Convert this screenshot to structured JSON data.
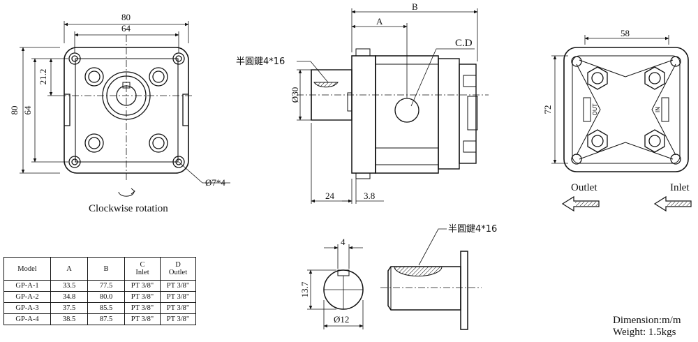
{
  "front": {
    "dim_width": "80",
    "dim_bolt_span": "64",
    "dim_height": "80",
    "dim_bolt_span_v": "64",
    "dim_offset": "21.2",
    "hole_note": "Ø7*4",
    "rotation_label": "Clockwise rotation"
  },
  "side": {
    "dim_total": "B",
    "dim_port": "A",
    "port_label": "C.D",
    "key_note": "半圓鍵4*16",
    "shaft_dia": "Ø30",
    "dim_shaft_len": "24",
    "dim_flange": "3.8"
  },
  "rear": {
    "dim_width": "58",
    "dim_height": "72",
    "outlet_text": "OUT",
    "inlet_text": "IN",
    "outlet_label": "Outlet",
    "inlet_label": "Inlet"
  },
  "shaft": {
    "key_width": "4",
    "key_height": "13.7",
    "shaft_dia": "Ø12",
    "key_note": "半圓鍵4*16"
  },
  "table": {
    "headers": [
      {
        "line1": "Model",
        "line2": ""
      },
      {
        "line1": "A",
        "line2": ""
      },
      {
        "line1": "B",
        "line2": ""
      },
      {
        "line1": "C",
        "line2": "Inlet"
      },
      {
        "line1": "D",
        "line2": "Outlet"
      }
    ],
    "rows": [
      [
        "GP-A-1",
        "33.5",
        "77.5",
        "PT 3/8\"",
        "PT 3/8\""
      ],
      [
        "GP-A-2",
        "34.8",
        "80.0",
        "PT 3/8\"",
        "PT 3/8\""
      ],
      [
        "GP-A-3",
        "37.5",
        "85.5",
        "PT 3/8\"",
        "PT 3/8\""
      ],
      [
        "GP-A-4",
        "38.5",
        "87.5",
        "PT 3/8\"",
        "PT 3/8\""
      ]
    ]
  },
  "spec": {
    "dimension": "Dimension:m/m",
    "weight": "Weight: 1.5kgs"
  }
}
